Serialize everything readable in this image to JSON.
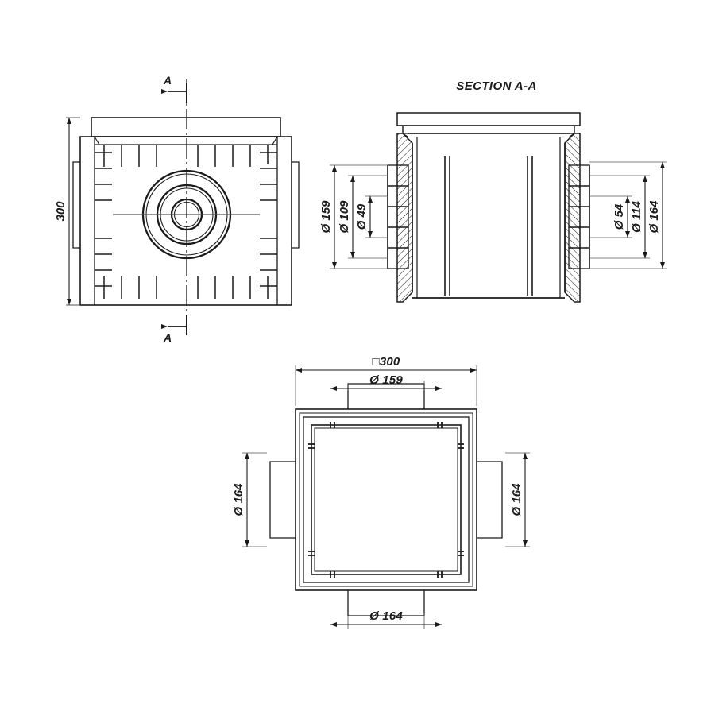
{
  "drawing": {
    "type": "engineering-drawing",
    "subject": "square drainage box / catch basin",
    "units": "mm",
    "line_color": "#1a1a1a",
    "thin_color": "#555555",
    "background": "#ffffff"
  },
  "front_view": {
    "name": "front elevation",
    "height_dim": "300",
    "section_mark_top": "A",
    "section_mark_bottom": "A"
  },
  "section_view": {
    "title": "SECTION A-A",
    "left_dims": [
      "Ø 159",
      "Ø 109",
      "Ø 49"
    ],
    "right_dims": [
      "Ø 54",
      "Ø 114",
      "Ø 164"
    ]
  },
  "plan_view": {
    "name": "plan view",
    "top_outer_dim": "300",
    "top_outer_symbol": "□",
    "top_inner_dim": "Ø 159",
    "left_dim": "Ø 164",
    "right_dim": "Ø 164",
    "bottom_dim": "Ø 164"
  }
}
